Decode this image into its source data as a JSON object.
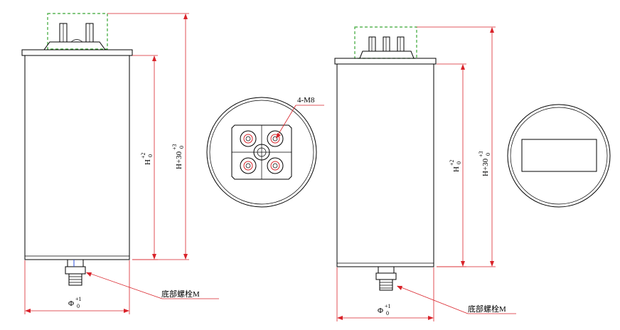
{
  "title": "",
  "labels": {
    "left_width": "Φ",
    "left_width_tol_top": "+1",
    "left_width_tol_bot": "0",
    "left_h": "H",
    "left_h_tol_top": "+2",
    "left_h_tol_bot": "0",
    "left_h30": "H+30",
    "left_h30_tol_top": "+3",
    "left_h30_tol_bot": "0",
    "left_bottom_bolt": "底部螺栓M",
    "center_mount": "4-M8",
    "right_width": "Φ",
    "right_width_tol_top": "+1",
    "right_width_tol_bot": "0",
    "right_h": "H",
    "right_h_tol_top": "+2",
    "right_h_tol_bot": "0",
    "right_h30": "H+30",
    "right_h30_tol_top": "+3",
    "right_h30_tol_bot": "0",
    "right_bottom_bolt": "底部螺栓M"
  },
  "colors": {
    "dimension": "#d9232a",
    "terminal_hatch": "#3aa635",
    "outline": "#000000"
  }
}
